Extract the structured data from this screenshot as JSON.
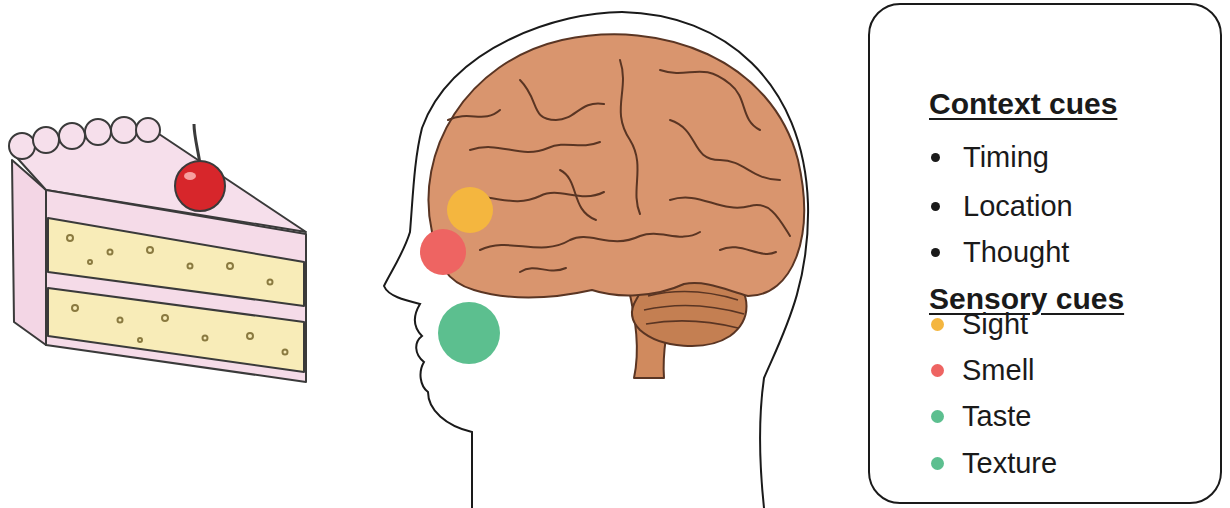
{
  "diagram": {
    "nodes": [
      {
        "text": [
          "Context cues",
          "Timing",
          "Location",
          "Thought",
          "Sensory cues"
        ]
      }
    ],
    "legend": [
      {
        "text": "Sight",
        "color": "#f4b63f"
      },
      {
        "text": "Smell",
        "color": "#ee6462"
      },
      {
        "text": "Taste",
        "color": "#5cbf8f"
      },
      {
        "text": "Texture",
        "color": "#5cbf8f"
      }
    ]
  }
}
